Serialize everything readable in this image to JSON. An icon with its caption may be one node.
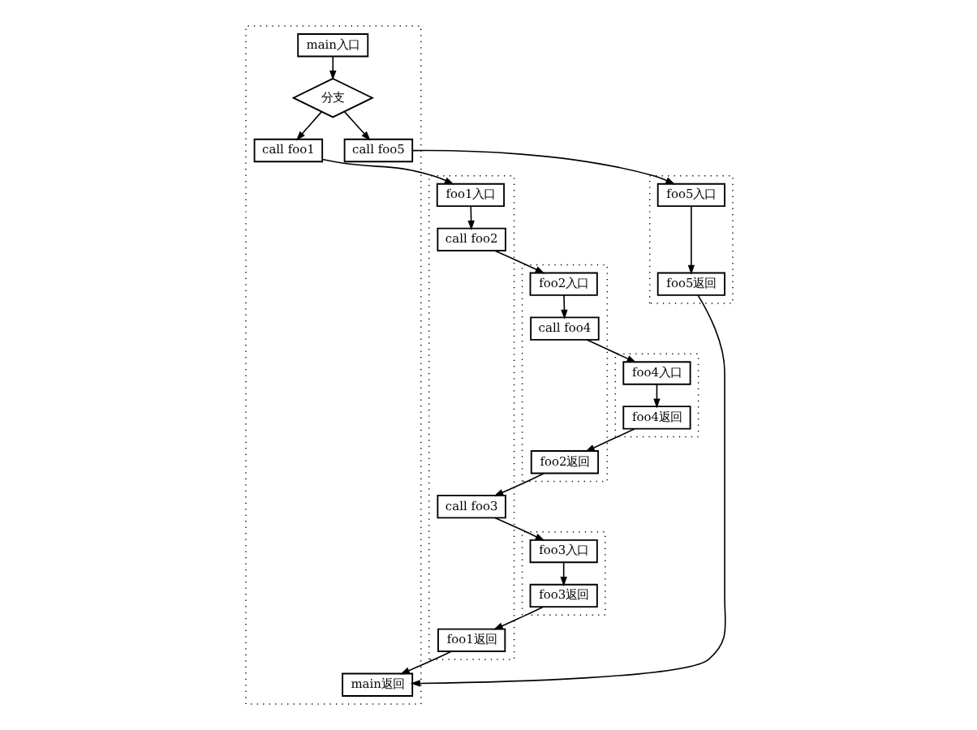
{
  "diagram": {
    "nodes": [
      {
        "text": [],
        "shape": "box"
      },
      {
        "text": [
          "foo1入口"
        ],
        "in": 0
      },
      {
        "text": [
          "call foo2"
        ],
        "in": 0
      },
      {
        "text": [],
        "shape": "box"
      },
      {
        "text": [
          "main入口"
        ],
        "in": 3
      },
      {
        "text": [
          "分支"
        ],
        "in": 3
      },
      {
        "text": [
          "call foo1"
        ],
        "in": 3
      },
      {
        "text": [],
        "shape": "box"
      },
      {
        "text": [
          "foo2入口"
        ],
        "in": 7
      },
      {
        "text": [
          "call foo4"
        ],
        "in": 7
      },
      {
        "text": [],
        "shape": "box"
      },
      {
        "text": [
          "foo4入口"
        ],
        "in": 10
      },
      {
        "text": [
          "call foo5"
        ],
        "in": 3
      },
      {
        "text": [
          "foo4返回"
        ],
        "in": 10
      },
      {
        "text": [
          "foo2返回"
        ],
        "in": 7
      },
      {
        "text": [
          "call foo3"
        ],
        "in": 0
      },
      {
        "text": [],
        "shape": "box"
      },
      {
        "text": [
          "foo5入口"
        ],
        "in": 16
      },
      {
        "text": [],
        "shape": "box"
      },
      {
        "text": [
          "foo3入口"
        ],
        "in": 18
      },
      {
        "text": [
          "foo5返回"
        ],
        "in": 16
      },
      {
        "text": [
          "foo3返回"
        ],
        "in": 18
      },
      {
        "text": [
          "foo1返回"
        ],
        "in": 0
      },
      {
        "text": [
          "main返回"
        ],
        "in": 3
      }
    ],
    "edges": [
      {
        "from": 4,
        "to": 5,
        "arrow": "to"
      },
      {
        "from": 5,
        "to": 6,
        "arrow": "to"
      },
      {
        "from": 5,
        "to": 12,
        "arrow": "to"
      },
      {
        "from": 6,
        "to": 1,
        "arrow": "to"
      },
      {
        "from": 1,
        "to": 2,
        "arrow": "to"
      },
      {
        "from": 2,
        "to": 8,
        "arrow": "to"
      },
      {
        "from": 8,
        "to": 9,
        "arrow": "to"
      },
      {
        "from": 9,
        "to": 11,
        "arrow": "to"
      },
      {
        "from": 11,
        "to": 13,
        "arrow": "to"
      },
      {
        "from": 13,
        "to": 14,
        "arrow": "to"
      },
      {
        "from": 14,
        "to": 15,
        "arrow": "to"
      },
      {
        "from": 15,
        "to": 19,
        "arrow": "to"
      },
      {
        "from": 19,
        "to": 21,
        "arrow": "to"
      },
      {
        "from": 21,
        "to": 22,
        "arrow": "to"
      },
      {
        "from": 22,
        "to": 23,
        "arrow": "to"
      },
      {
        "from": 12,
        "to": 17,
        "arrow": "to"
      },
      {
        "from": 17,
        "to": 20,
        "arrow": "to"
      },
      {
        "from": 20,
        "to": 23,
        "arrow": "to"
      }
    ]
  }
}
